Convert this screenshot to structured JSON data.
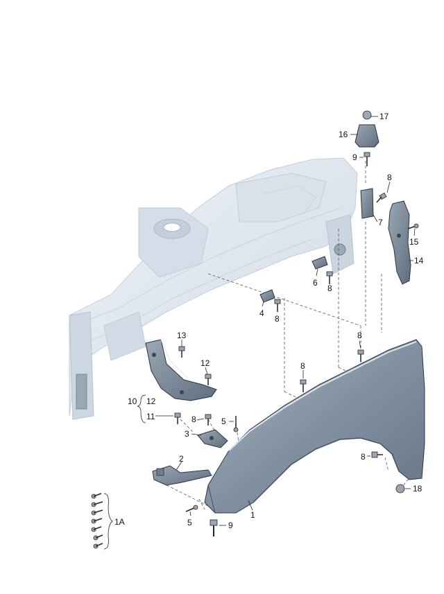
{
  "colors": {
    "background": "#ffffff",
    "vehicle_body": "#dde5ee",
    "vehicle_shadow": "#b9c6d3",
    "part_fill": "#8796a6",
    "part_dark": "#5f6e7e",
    "outline": "#2b3440",
    "label": "#111111"
  },
  "callouts": {
    "c17": "17",
    "c16": "16",
    "c9_top": "9",
    "c8_top": "8",
    "c7": "7",
    "c15": "15",
    "c14": "14",
    "c6": "6",
    "c8_mid": "8",
    "c4": "4",
    "c8_left": "8",
    "c13": "13",
    "c8_fender": "8",
    "c12_top": "12",
    "c8_center": "8",
    "c10": "10",
    "c12": "12",
    "c11": "11",
    "c8_small": "8",
    "c5_top": "5",
    "c3": "3",
    "c8_arch": "8",
    "c2": "2",
    "c18": "18",
    "c1": "1",
    "c1a": "1A",
    "c5_bottom": "5",
    "c9_bottom": "9"
  }
}
